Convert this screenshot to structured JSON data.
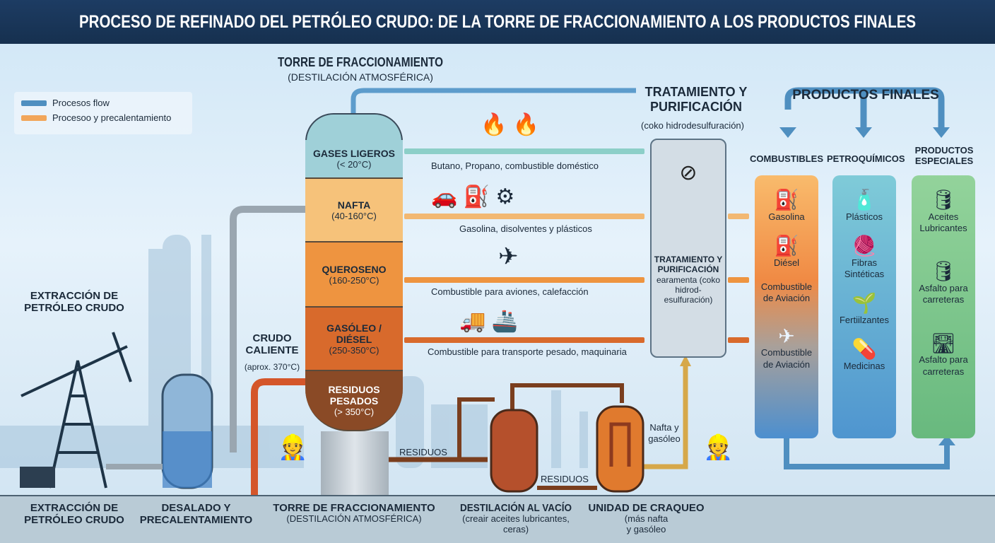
{
  "title": "PROCESO DE REFINADO DEL PETRÓLEO CRUDO: DE LA TORRE DE FRACCIONAMIENTO A LOS PRODUCTOS FINALES",
  "legend": [
    {
      "label": "Procesos flow",
      "color": "#4f8fc0"
    },
    {
      "label": "Procesoo y precalentamiento",
      "color": "#f2a65a"
    }
  ],
  "tower": {
    "title": "TORRE DE FRACCIONAMIENTO",
    "subtitle": "(DESTILACIÓN ATMOSFÉRICA)",
    "sections": [
      {
        "name": "GASES LIGEROS",
        "temp": "(< 20°C)",
        "color": "#9fd0d8",
        "use": "Butano, Propano, combustible doméstico"
      },
      {
        "name": "NAFTA",
        "temp": "(40-160°C)",
        "color": "#f6c27a",
        "use": "Gasolina, disolventes y plásticos"
      },
      {
        "name": "QUEROSENO",
        "temp": "(160-250°C)",
        "color": "#ee9440",
        "use": "Combustible para aviones, calefacción"
      },
      {
        "name": "GASÓLEO / DIÉSEL",
        "temp": "(250-350°C)",
        "color": "#d86a2c",
        "use": "Combustible para transporte pesado, maquinaria"
      },
      {
        "name": "RESIDUOS PESADOS",
        "temp": "(> 350°C)",
        "color": "#8a4a26",
        "use": ""
      }
    ]
  },
  "extraction": "EXTRACCIÓN DE PETRÓLEO CRUDO",
  "crudo": {
    "title": "CRUDO CALIENTE",
    "temp": "(aprox. 370°C)"
  },
  "residuos1": "RESIDUOS",
  "residuos2": "RESIDUOS",
  "nafta_gasoleo": "Nafta y gasóleo",
  "treatment": {
    "title": "TRATAMIENTO Y PURIFICACIÓN",
    "subtitle": "(coko hidrodesulfuración)",
    "box_title": "TRATAMIENTO Y PURIFICACIÓN",
    "box_text": "earamenta (coko hidrod-esulfuración)"
  },
  "products": {
    "title": "PRODUCTOS FINALES",
    "columns": [
      {
        "title": "COMBUSTIBLES",
        "items": [
          "Gasolina",
          "Diésel",
          "Combustible de Aviación",
          "Combustible de Aviación"
        ]
      },
      {
        "title": "PETROQUÍMICOS",
        "items": [
          "Plásticos",
          "Fibras Sintéticas",
          "Fertiilzantes",
          "Medicinas"
        ]
      },
      {
        "title": "PRODUCTOS ESPECIALES",
        "items": [
          "Aceites Lubricantes",
          "Asfalto para carreteras",
          "Asfalto para carreteras"
        ]
      }
    ]
  },
  "bottom": [
    {
      "title": "EXTRACCIÓN DE PETRÓLEO CRUDO",
      "sub": ""
    },
    {
      "title": "DESALADO Y PRECALENTAMIENTO",
      "sub": ""
    },
    {
      "title": "TORRE DE FRACCIONAMIENTO",
      "sub": "(DESTILACIÓN ATMOSFÉRICA)"
    },
    {
      "title": "DESTILACIÓN AL VACÍO",
      "sub": "(creair aceites lubricantes, ceras)"
    },
    {
      "title": "UNIDAD DE CRAQUEO",
      "sub": "(más nafta y gasóleo"
    }
  ]
}
